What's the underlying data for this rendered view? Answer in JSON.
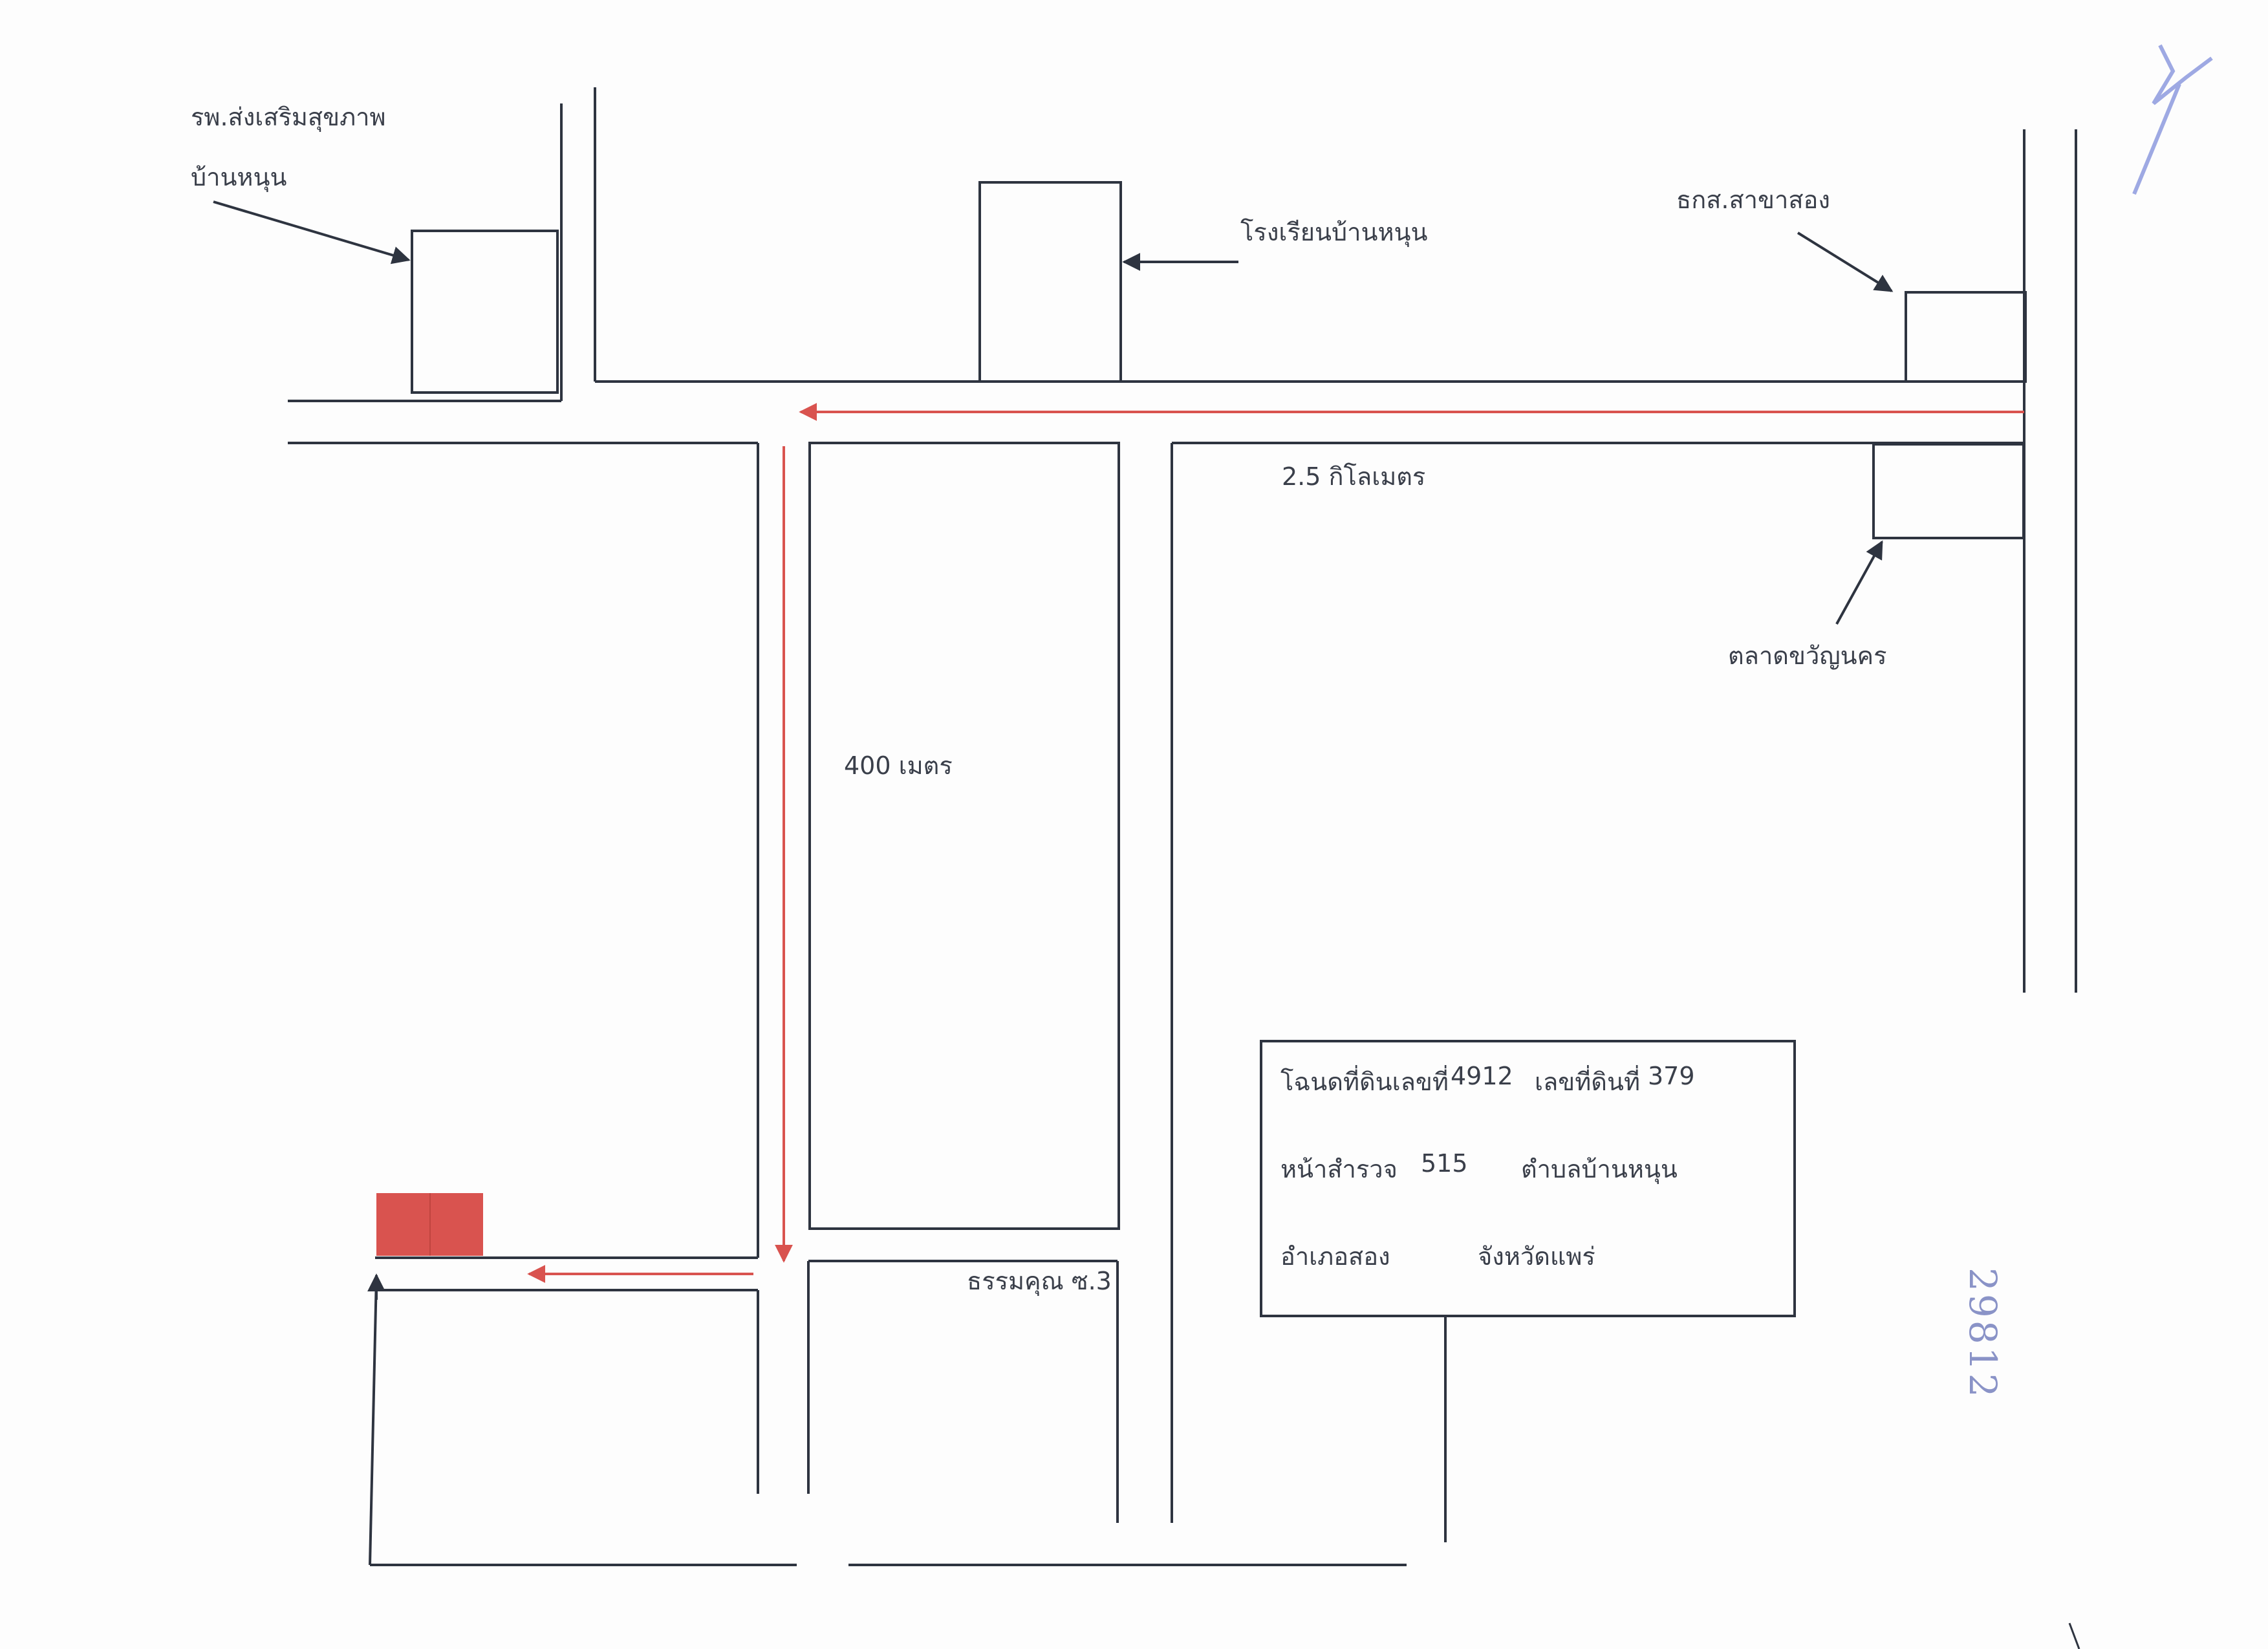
{
  "landmarks": {
    "health_center_line1": "รพ.ส่งเสริมสุขภาพ",
    "health_center_line2": "บ้านหนุน",
    "school": "โรงเรียนบ้านหนุน",
    "bank": "ธกส.สาขาสอง",
    "market": "ตลาดขวัญนคร"
  },
  "distances": {
    "main_road": "2.5 กิโลเมตร",
    "side_road": "400 เมตร"
  },
  "soi_label": "ธรรมคุณ ซ.3",
  "info_box": {
    "deed_label": "โฉนดที่ดินเลขที่",
    "deed_no": "4912",
    "land_no_label": "เลขที่ดินที่",
    "land_no": "379",
    "survey_label": "หน้าสำรวจ",
    "survey_no": "515",
    "subdistrict": "ตำบลบ้านหนุน",
    "district": "อำเภอสอง",
    "province": "จังหวัดแพร่"
  },
  "handwritten_note": "29812",
  "colors": {
    "route": "#d9534f",
    "target_plot": "#d9534f",
    "line": "#2e3440",
    "text": "#3a3f4a"
  }
}
